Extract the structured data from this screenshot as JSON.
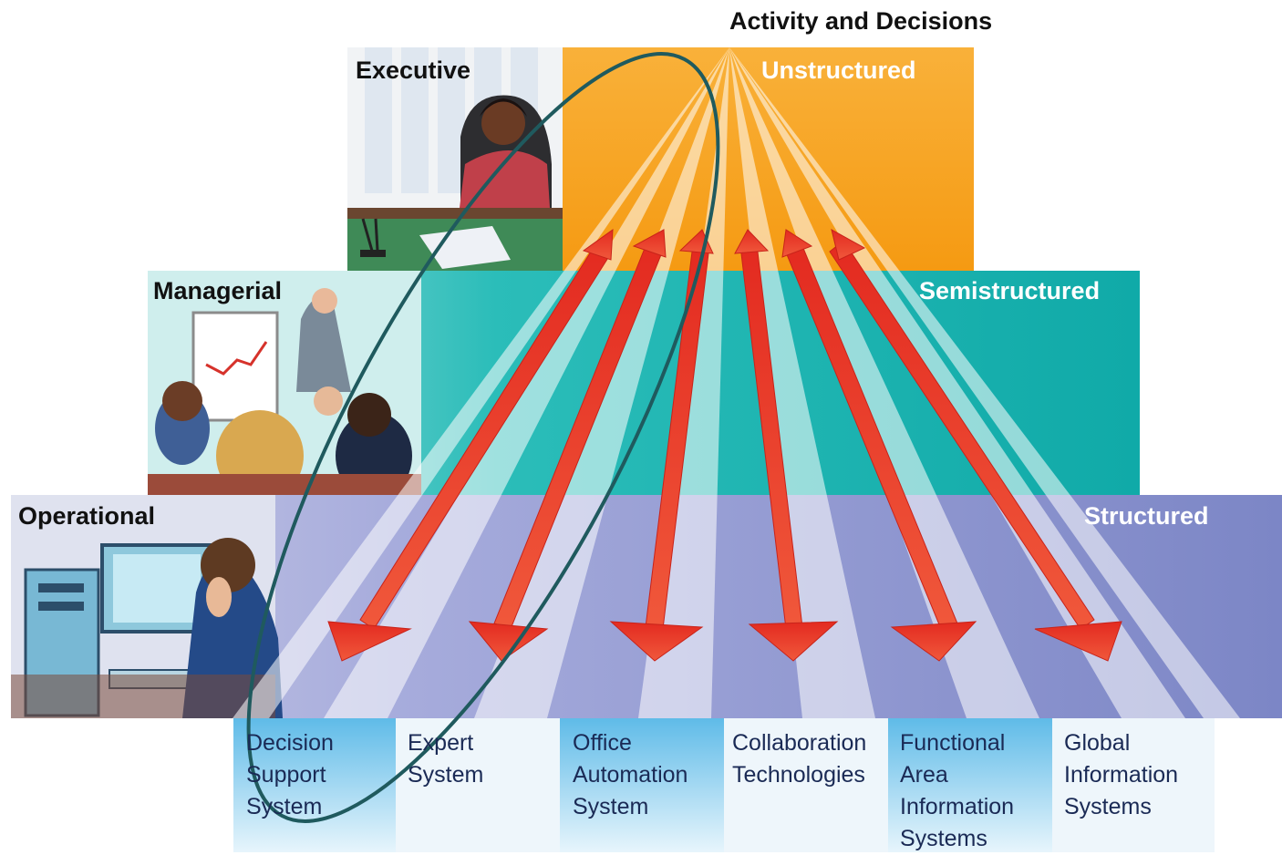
{
  "title": "Activity and Decisions",
  "levels": {
    "executive": "Executive",
    "managerial": "Managerial",
    "operational": "Operational"
  },
  "decision_types": {
    "unstructured": "Unstructured",
    "semistructured": "Semistructured",
    "structured": "Structured"
  },
  "systems": [
    {
      "l1": "Decision",
      "l2": "Support",
      "l3": "System",
      "l4": ""
    },
    {
      "l1": "Expert",
      "l2": "System",
      "l3": "",
      "l4": ""
    },
    {
      "l1": "Office",
      "l2": "Automation",
      "l3": "System",
      "l4": ""
    },
    {
      "l1": "Collaboration",
      "l2": "Technologies",
      "l3": "",
      "l4": ""
    },
    {
      "l1": "Functional",
      "l2": "Area",
      "l3": "Information",
      "l4": "Systems"
    },
    {
      "l1": "Global",
      "l2": "Information",
      "l3": "Systems",
      "l4": ""
    }
  ],
  "colors": {
    "executive_band": "#f7a21a",
    "managerial_band": "#14b3b0",
    "operational_band": "#8790cf",
    "arrow": "#e8362a",
    "highlight_ellipse": "#1f5a5e"
  }
}
